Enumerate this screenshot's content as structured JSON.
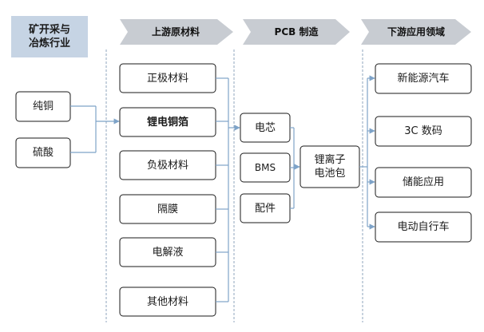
{
  "headers": {
    "mining": [
      "矿开采与",
      "冶炼行业"
    ],
    "upstream": "上游原材料",
    "pcb": "PCB 制造",
    "downstream": "下游应用领域"
  },
  "raw_inputs": [
    "纯铜",
    "硫酸"
  ],
  "materials": [
    "正极材料",
    "锂电铜箔",
    "负极材料",
    "隔膜",
    "电解液",
    "其他材料"
  ],
  "components": [
    "电芯",
    "BMS",
    "配件"
  ],
  "battery_pack": [
    "锂离子",
    "电池包"
  ],
  "applications": [
    "新能源汽车",
    "3C 数码",
    "储能应用",
    "电动自行车"
  ],
  "colors": {
    "header_fill": "#c8ccd2",
    "mining_fill": "#c6d4e4",
    "connector": "#7ea3c8",
    "box_border": "#1a1a1a",
    "divider": "#8fa5bc"
  }
}
